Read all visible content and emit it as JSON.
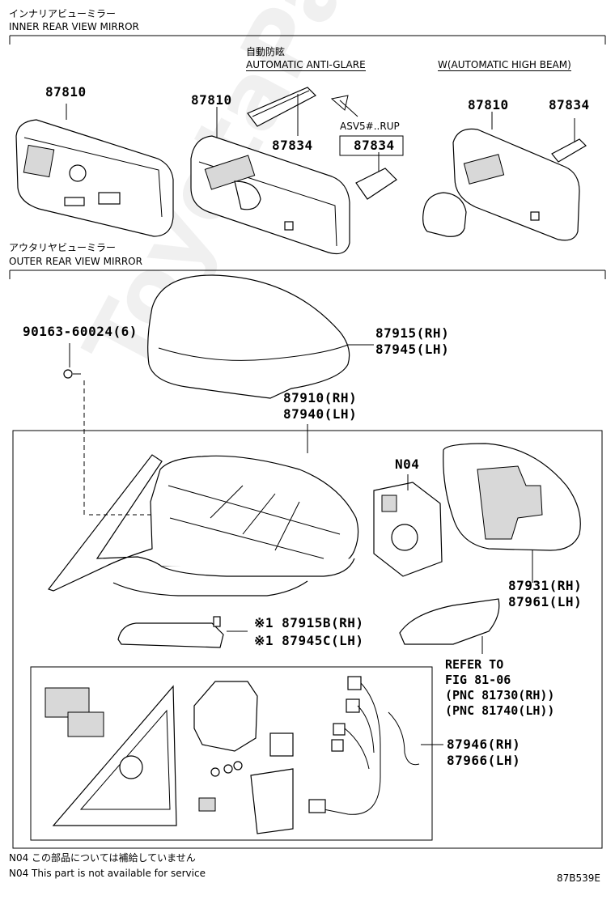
{
  "sections": {
    "inner_jp": "インナリアビューミラー",
    "inner_en": "INNER REAR VIEW MIRROR",
    "outer_jp": "アウタリヤビューミラー",
    "outer_en": "OUTER REAR VIEW MIRROR"
  },
  "variants": {
    "anti_glare_jp": "自動防眩",
    "anti_glare_en": "AUTOMATIC ANTI-GLARE",
    "high_beam": "W(AUTOMATIC HIGH BEAM)",
    "asv_note": "ASV5#..RUP"
  },
  "part_numbers": {
    "mirror_basic": "87810",
    "mirror_antiglare": "87810",
    "cover_antiglare": "87834",
    "cover_asv": "87834",
    "mirror_highbeam": "87810",
    "cover_highbeam": "87834",
    "screw": "90163-60024(6)",
    "cap_rh": "87915(RH)",
    "cap_lh": "87945(LH)",
    "assy_rh": "87910(RH)",
    "assy_lh": "87940(LH)",
    "n04": "N04",
    "glass_rh": "87931(RH)",
    "glass_lh": "87961(LH)",
    "cover_b_rh": "※1 87915B(RH)",
    "cover_c_lh": "※1 87945C(LH)",
    "wire_rh": "87946(RH)",
    "wire_lh": "87966(LH)"
  },
  "refer": {
    "line1": "REFER TO",
    "line2": "FIG 81-06",
    "line3": "(PNC 81730(RH))",
    "line4": "(PNC 81740(LH))"
  },
  "notes": {
    "jp": "N04 この部品については補給していません",
    "en": "N04 This part is not available for service"
  },
  "figure_code": "87B539E",
  "watermark": "ToyotaPartMiner.ru"
}
